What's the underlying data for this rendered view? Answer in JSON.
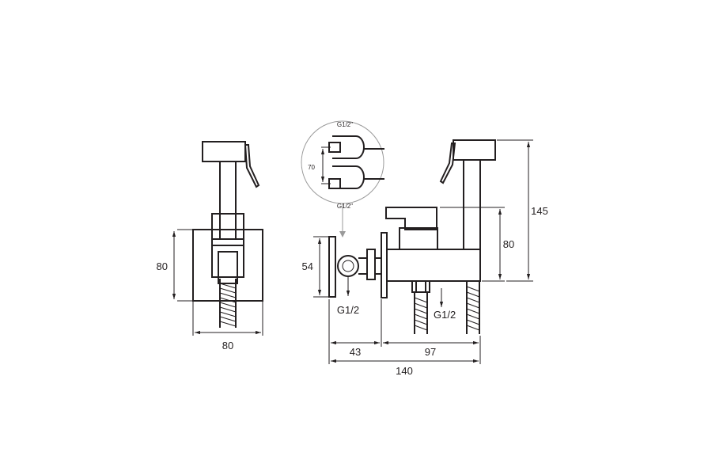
{
  "dimensions": {
    "left_height": "80",
    "left_width": "80",
    "body_height": "54",
    "handle_height": "80",
    "total_height": "145",
    "offset_left": "43",
    "offset_right": "97",
    "total_width": "140",
    "detail_spacing": "70"
  },
  "labels": {
    "inlet_left": "G1/2",
    "inlet_bottom": "G1/2",
    "detail_top": "G1/2\"",
    "detail_bottom": "G1/2\""
  },
  "colors": {
    "line": "#231f20",
    "background": "#ffffff"
  }
}
